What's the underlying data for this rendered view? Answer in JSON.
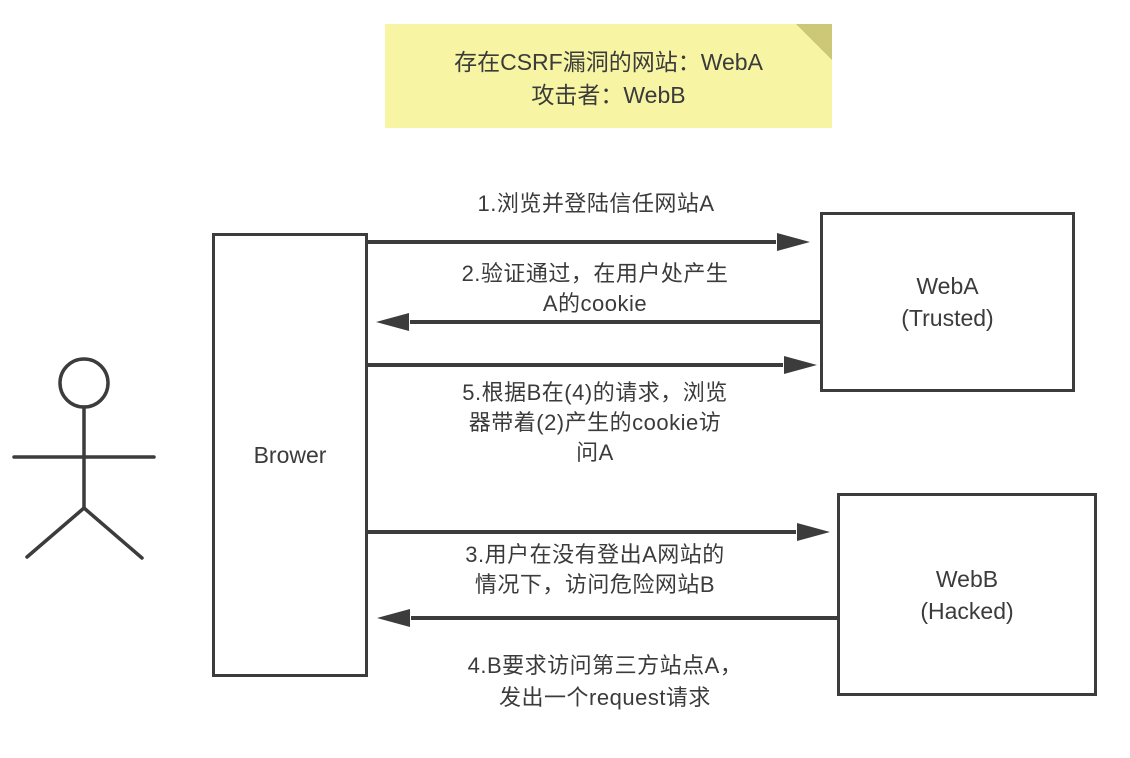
{
  "note": {
    "line1": "存在CSRF漏洞的网站：WebA",
    "line2": "攻击者：WebB",
    "bg_color": "#f7f5a3",
    "fold_color": "#ccc878"
  },
  "actors": {
    "user_icon": "stick-figure",
    "browser": {
      "label": "Brower"
    },
    "webA": {
      "name": "WebA",
      "subtitle": "(Trusted)"
    },
    "webB": {
      "name": "WebB",
      "subtitle": "(Hacked)"
    }
  },
  "messages": [
    {
      "id": "1",
      "from": "browser",
      "to": "webA",
      "direction": "right",
      "lines": [
        "1.浏览并登陆信任网站A"
      ]
    },
    {
      "id": "2",
      "from": "webA",
      "to": "browser",
      "direction": "left",
      "lines": [
        "2.验证通过，在用户处产生",
        "A的cookie"
      ]
    },
    {
      "id": "5",
      "from": "browser",
      "to": "webA",
      "direction": "right",
      "lines": [
        "5.根据B在(4)的请求，浏览",
        "器带着(2)产生的cookie访",
        "问A"
      ]
    },
    {
      "id": "3",
      "from": "browser",
      "to": "webB",
      "direction": "right",
      "lines": [
        "3.用户在没有登出A网站的",
        "情况下，访问危险网站B"
      ]
    },
    {
      "id": "4",
      "from": "webB",
      "to": "browser",
      "direction": "left",
      "lines": [
        "4.B要求访问第三方站点A，",
        "发出一个request请求"
      ]
    }
  ],
  "colors": {
    "line": "#3c3c3c",
    "text": "#3b3b3b",
    "background": "#ffffff"
  }
}
